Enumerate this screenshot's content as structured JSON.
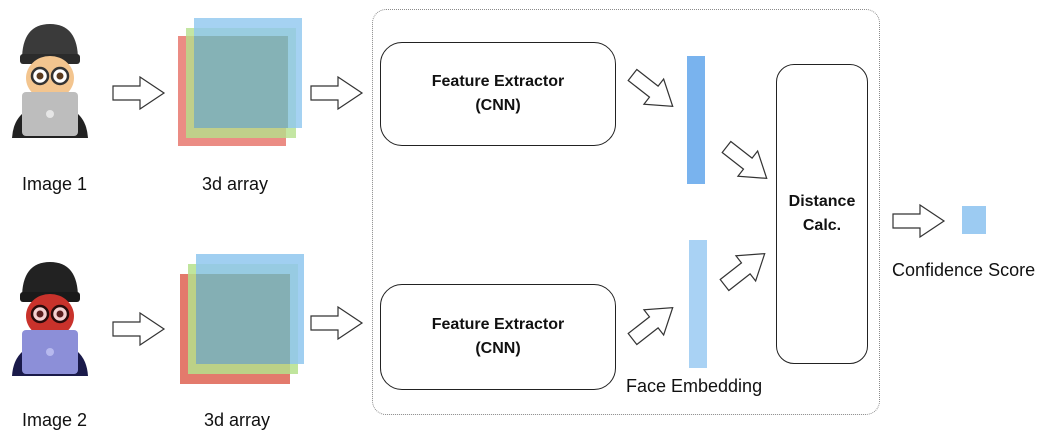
{
  "colors": {
    "red_layer": "#e8786e",
    "green_layer": "#b5e08c",
    "blue_layer": "#8fc7ef",
    "overlap_gray": "#7fa9a9",
    "embed_dark": "#79b3ee",
    "embed_light": "#a9d2f4",
    "confidence": "#9ccbf2"
  },
  "inputs": [
    {
      "label": "Image 1",
      "avatar": "developer-avatar-icon",
      "variant": "normal"
    },
    {
      "label": "Image 2",
      "avatar": "developer-avatar-icon",
      "variant": "red-tinted"
    }
  ],
  "arrays": [
    {
      "label": "3d array"
    },
    {
      "label": "3d array"
    }
  ],
  "extractors": [
    {
      "title": "Feature Extractor",
      "subtitle": "(CNN)"
    },
    {
      "title": "Feature Extractor",
      "subtitle": "(CNN)"
    }
  ],
  "embedding_label": "Face Embedding",
  "distance_box": {
    "line1": "Distance",
    "line2": "Calc."
  },
  "output_label": "Confidence Score",
  "icons": [
    "hollow-arrow-icon",
    "developer-avatar-icon"
  ]
}
